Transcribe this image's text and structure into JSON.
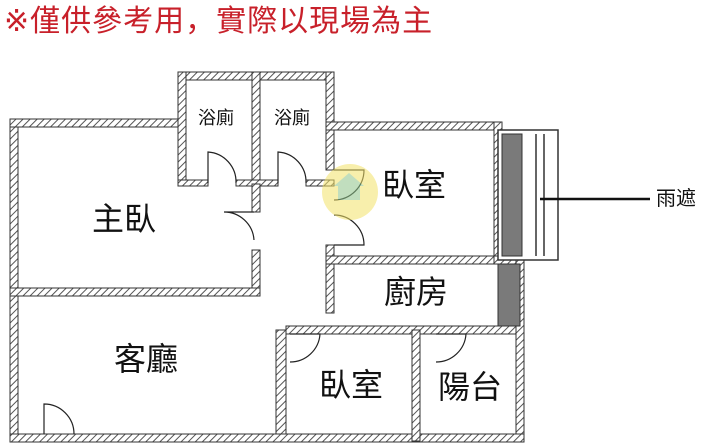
{
  "notice": "※僅供參考用，實際以現場為主",
  "rooms": {
    "bath1": "浴廁",
    "bath2": "浴廁",
    "master_bedroom": "主臥",
    "bedroom1": "臥室",
    "kitchen": "廚房",
    "living_room": "客廳",
    "bedroom2": "臥室",
    "balcony": "陽台"
  },
  "annotations": {
    "canopy": "雨遮"
  },
  "colors": {
    "notice": "#c8202a",
    "wall": "#444444",
    "canopy_fill": "#7a7a7a"
  }
}
